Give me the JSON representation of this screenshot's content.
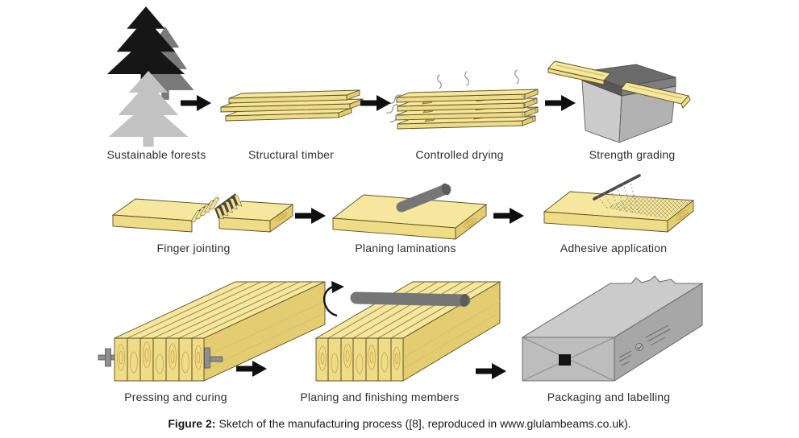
{
  "figure": {
    "caption_label": "Figure 2:",
    "caption_text": "Sketch of the manufacturing process ([8], reproduced in www.glulambeams.co.uk)."
  },
  "steps": [
    {
      "label": "Sustainable forests"
    },
    {
      "label": "Structural timber"
    },
    {
      "label": "Controlled drying"
    },
    {
      "label": "Strength grading"
    },
    {
      "label": "Finger jointing"
    },
    {
      "label": "Planing laminations"
    },
    {
      "label": "Adhesive application"
    },
    {
      "label": "Pressing and curing"
    },
    {
      "label": "Planing and finishing members"
    },
    {
      "label": "Packaging and labelling"
    }
  ],
  "colors": {
    "timber_front": "#efdc86",
    "timber_top": "#f5e79d",
    "timber_side": "#e4cd70",
    "machine_front": "#cbcbcb",
    "machine_side": "#b2b2b2",
    "machine_band": "#6b6b6b",
    "roller_gray": "#767676",
    "package_front": "#bdbdbd",
    "package_top": "#cbcbcb",
    "package_side": "#a7a7a7",
    "tree_black": "#161616",
    "tree_dark_gray": "#7a7a7a",
    "tree_light_gray": "#c2c2c2",
    "arrow_black": "#0f0f0f",
    "label_text": "#2d2d2d",
    "background": "#ffffff"
  }
}
